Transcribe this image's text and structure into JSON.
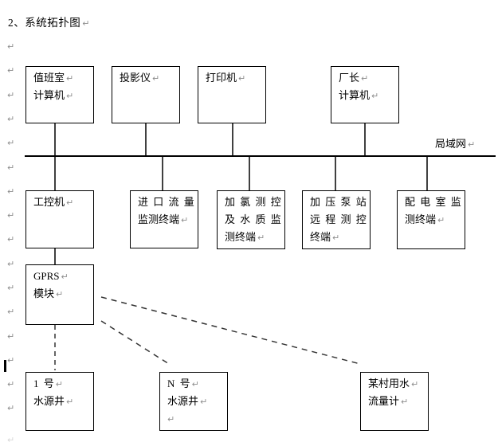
{
  "title": "2、系统拓扑图",
  "lan_label": "局域网",
  "icons": {
    "paragraph_mark": "↵"
  },
  "nodes": {
    "duty_room_computer": {
      "lines": [
        "值班室",
        "计算机"
      ]
    },
    "projector": {
      "lines": [
        "投影仪"
      ]
    },
    "printer": {
      "lines": [
        "打印机"
      ]
    },
    "director_computer": {
      "lines": [
        "厂长",
        "计算机"
      ]
    },
    "industrial_computer": {
      "lines": [
        "工控机"
      ]
    },
    "inlet_flow_terminal": {
      "lines": [
        "进 口 流 量",
        "监测终端"
      ]
    },
    "chlorination_terminal": {
      "lines": [
        "加 氯 测 控",
        "及 水 质 监",
        "测终端"
      ]
    },
    "pump_station_terminal": {
      "lines": [
        "加 压 泵 站",
        "远 程 测 控",
        "终端"
      ]
    },
    "distribution_terminal": {
      "lines": [
        "配 电 室 监",
        "测终端"
      ]
    },
    "gprs_module": {
      "lines": [
        "GPRS",
        "模块"
      ]
    },
    "well_1": {
      "lines": [
        "1 号",
        "水源井"
      ]
    },
    "well_n": {
      "lines": [
        "N 号",
        "水源井"
      ]
    },
    "village_flow_meter": {
      "lines": [
        "某村用水",
        "流量计"
      ]
    }
  },
  "colors": {
    "line": "#000000",
    "paragraph_mark": "#8f8f8f",
    "background": "#ffffff"
  }
}
